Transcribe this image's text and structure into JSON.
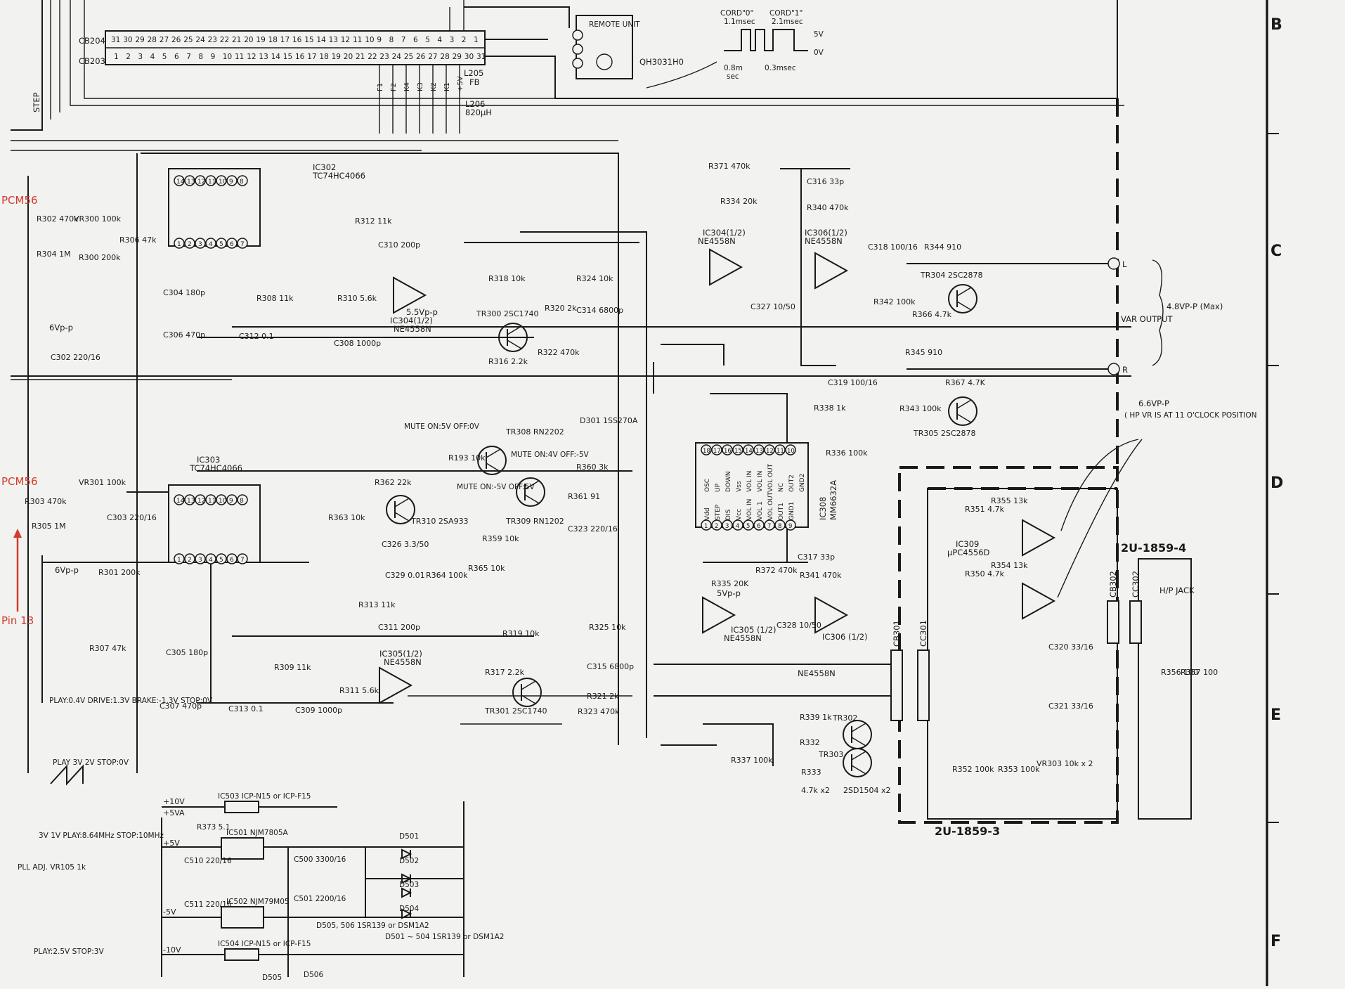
{
  "sheet": {
    "zone_letters": [
      "B",
      "C",
      "D",
      "E",
      "F"
    ],
    "modules": [
      "2U-1859-3",
      "2U-1859-4"
    ],
    "annotations": {
      "pcm_top": "PCM56",
      "pcm_bottom": "PCM56",
      "pin": "Pin 13"
    }
  },
  "connectors": {
    "cb204": {
      "label": "CB204",
      "pins": [
        "31",
        "30",
        "29",
        "28",
        "27",
        "26",
        "25",
        "24",
        "23",
        "22",
        "21",
        "20",
        "19",
        "18",
        "17",
        "16",
        "15",
        "14",
        "13",
        "12",
        "11",
        "10",
        "9",
        "8",
        "7",
        "6",
        "5",
        "4",
        "3",
        "2",
        "1"
      ]
    },
    "cb203": {
      "label": "CB203",
      "pins": [
        "1",
        "2",
        "3",
        "4",
        "5",
        "6",
        "7",
        "8",
        "9",
        "10",
        "11",
        "12",
        "13",
        "14",
        "15",
        "16",
        "17",
        "18",
        "19",
        "20",
        "21",
        "22",
        "23",
        "24",
        "25",
        "26",
        "27",
        "28",
        "29",
        "30",
        "31"
      ]
    },
    "signals": [
      "F1",
      "F2",
      "K4",
      "K3",
      "K2",
      "K1",
      "+5V",
      "L205",
      "FB",
      "L206",
      "820µH",
      "STEP"
    ]
  },
  "remote": {
    "title": "REMOTE UNIT",
    "part": "QH3031H0",
    "timing": [
      "CORD\"0\"",
      "1.1msec",
      "CORD\"1\"",
      "2.1msec",
      "5V",
      "0V",
      "0.8m",
      "sec",
      "0.3msec"
    ]
  },
  "ics": {
    "ic302": {
      "name": "IC302",
      "part": "TC74HC4066"
    },
    "ic303": {
      "name": "IC303",
      "part": "TC74HC4066"
    },
    "ic304a": {
      "name": "IC304(1/2)",
      "part": "NE4558N",
      "note": "5.5Vp-p"
    },
    "ic304b": {
      "name": "IC304(1/2)",
      "part": "NE4558N"
    },
    "ic305a": {
      "name": "IC305(1/2)",
      "part": "NE4558N"
    },
    "ic305b": {
      "name": "IC305 (1/2)",
      "part": "NE4558N",
      "note": "5Vp-p"
    },
    "ic306a": {
      "name": "IC306(1/2)",
      "part": "NE4558N"
    },
    "ic306b": {
      "name": "IC306 (1/2)",
      "part": "NE4558N"
    },
    "ic308": {
      "name": "IC308",
      "part": "MM6632A",
      "pins_top": [
        "OSC",
        "UP",
        "DOWN",
        "Vss",
        "VOL IN",
        "VOL IN",
        "VOL OUT",
        "NC",
        "OUT2",
        "GND2"
      ],
      "pins_bot": [
        "Vdd",
        "STEP",
        "DIS",
        "Vcc",
        "VOL IN",
        "VOL 1",
        "VOL OUT",
        "OUT1",
        "GND1"
      ]
    },
    "ic309": {
      "name": "IC309",
      "part": "µPC4556D"
    }
  },
  "transistors": {
    "tr300": "TR300 2SC1740",
    "tr301": "TR301 2SC1740",
    "tr304": "TR304 2SC2878",
    "tr305": "TR305 2SC2878",
    "tr308": "TR308 RN2202",
    "tr309": "TR309 RN1202",
    "tr310": "TR310 2SA933",
    "tr302": "TR302",
    "tr303": "TR303",
    "tr_pair": "2SD1504 x2"
  },
  "parts": [
    "R302 470k",
    "VR300 100k",
    "R304 1M",
    "R300 200k",
    "R306 47k",
    "C304 180p",
    "R308 11k",
    "R310 5.6k",
    "R312 11k",
    "C310 200p",
    "C306 470p",
    "C312 0.1",
    "C308 1000p",
    "C302 220/16",
    "R318 10k",
    "R324 10k",
    "R316 2.2k",
    "R320 2k",
    "C314 6800p",
    "R322 470k",
    "R371 470k",
    "R334 20k",
    "C327 10/50",
    "C316 33p",
    "R340 470k",
    "C318 100/16",
    "R344 910",
    "R342 100k",
    "R366 4.7k",
    "R345 910",
    "R367 4.7K",
    "R343 100k",
    "C319 100/16",
    "R338 1k",
    "R336 100k",
    "D301 1SS270A",
    "R360 3k",
    "R361 91",
    "C323 220/16",
    "R359 10k",
    "R362 22k",
    "R363 10k",
    "C326 3.3/50",
    "C329 0.01",
    "R364 100k",
    "R365 10k",
    "R193 10k",
    "R303 470k",
    "VR301 100k",
    "C303 220/16",
    "R305 1M",
    "R301 200k",
    "R307 47k",
    "C305 180p",
    "R309 11k",
    "R311 5.6k",
    "R313 11k",
    "C311 200p",
    "C307 470p",
    "C313 0.1",
    "C309 1000p",
    "R319 10k",
    "R317 2.2k",
    "R325 10k",
    "C315 6800p",
    "R321 2k",
    "R323 470k",
    "R372 470k",
    "R335 20K",
    "C328 10/50",
    "C317 33p",
    "R341 470k",
    "R339 1k",
    "R332",
    "R333",
    "R337 100k",
    "4.7k x2",
    "R351 4.7k",
    "R355 13k",
    "R350 4.7k",
    "R354 13k",
    "C320 33/16",
    "C321 33/16",
    "R352 100k",
    "R353 100k",
    "VR303 10k x 2",
    "R356 100",
    "R357 100"
  ],
  "notes": {
    "var_output": "VAR OUTPUT",
    "var_level": "4.8VP-P (Max)",
    "hp_level": "6.6VP-P",
    "hp_note": "( HP VR IS AT 11 O'CLOCK POSITION",
    "mute_tr308": "MUTE ON:5V OFF:0V",
    "mute_tr308b": "MUTE ON:4V OFF:-5V",
    "mute_tr309": "MUTE ON:-5V OFF:5V",
    "play_status": "PLAY:0.4V DRIVE:1.3V BRAKE:-1.3V STOP:0V",
    "play_wave": "PLAY 3V 2V STOP:0V",
    "clock": "3V 1V PLAY:8.64MHz STOP:10MHz",
    "pll": "PLL ADJ. VR105 1k",
    "play_stop": "PLAY:2.5V STOP:3V",
    "hp_jack": "H/P JACK",
    "vpp6": "6Vp-p"
  },
  "power": {
    "ic503": "IC503 ICP-N15 or ICP-F15",
    "ic501": "IC501 NJM7805A",
    "ic502": "IC502 NJM79M05",
    "ic504": "IC504 ICP-N15 or ICP-F15",
    "rails": [
      "+10V",
      "+5VA",
      "+5V",
      "-5V",
      "-10V"
    ],
    "parts": [
      "R373 5.1",
      "C510 220/16",
      "C500 3300/16",
      "C511 220/16",
      "C501 2200/16",
      "D501",
      "D502",
      "D503",
      "D504",
      "D505",
      "D506",
      "D505, 506 1SR139 or DSM1A2",
      "D501 ~ 504 1SR139 or DSM1A2"
    ]
  }
}
